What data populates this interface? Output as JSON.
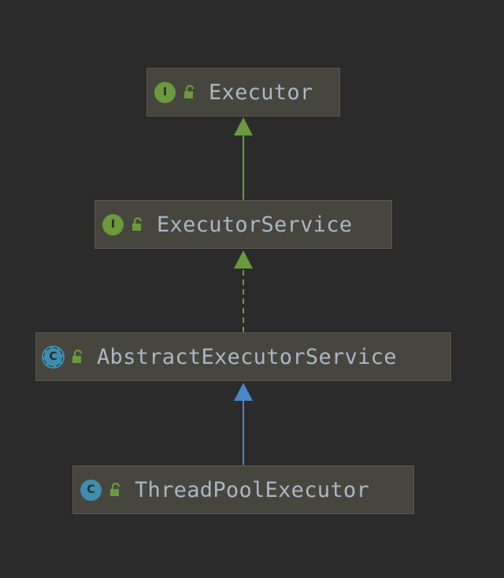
{
  "diagram": {
    "nodes": [
      {
        "id": "executor",
        "label": "Executor",
        "kind": "interface",
        "kind_letter": "I",
        "icon": "interface-icon"
      },
      {
        "id": "executor-service",
        "label": "ExecutorService",
        "kind": "interface",
        "kind_letter": "I",
        "icon": "interface-icon"
      },
      {
        "id": "abstract-executor-service",
        "label": "AbstractExecutorService",
        "kind": "abstract-class",
        "kind_letter": "C",
        "icon": "abstract-class-icon"
      },
      {
        "id": "thread-pool-executor",
        "label": "ThreadPoolExecutor",
        "kind": "class",
        "kind_letter": "C",
        "icon": "class-icon"
      }
    ],
    "edges": [
      {
        "from": "executor-service",
        "to": "executor",
        "type": "extends",
        "line": "solid",
        "color": "#6a9a3c"
      },
      {
        "from": "abstract-executor-service",
        "to": "executor-service",
        "type": "implements",
        "line": "dashed",
        "color": "#6a9a3c"
      },
      {
        "from": "thread-pool-executor",
        "to": "abstract-executor-service",
        "type": "extends",
        "line": "solid",
        "color": "#4a86c8"
      }
    ],
    "colors": {
      "background": "#2b2b2b",
      "node_fill": "#47463e",
      "label_text": "#a9b7c6",
      "interface_badge": "#6a9a3c",
      "class_badge": "#3d8fb0",
      "access_lock": "#6a9a3c"
    }
  }
}
